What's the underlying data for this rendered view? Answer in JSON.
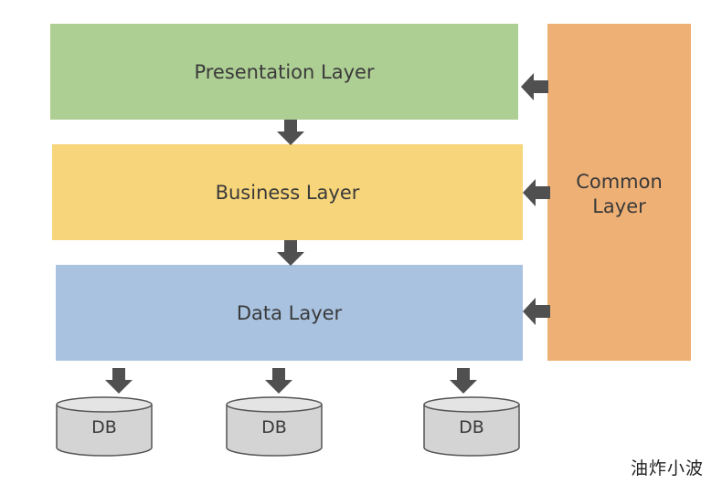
{
  "layers": {
    "presentation": "Presentation Layer",
    "business": "Business Layer",
    "data": "Data Layer",
    "common_line1": "Common",
    "common_line2": "Layer"
  },
  "databases": [
    "DB",
    "DB",
    "DB"
  ],
  "watermark": "油炸小波",
  "colors": {
    "presentation": "#aecf94",
    "business": "#f7d57a",
    "data": "#a8c2df",
    "common": "#eeb075",
    "arrow": "#505050",
    "db_fill": "#d4d4d4"
  }
}
